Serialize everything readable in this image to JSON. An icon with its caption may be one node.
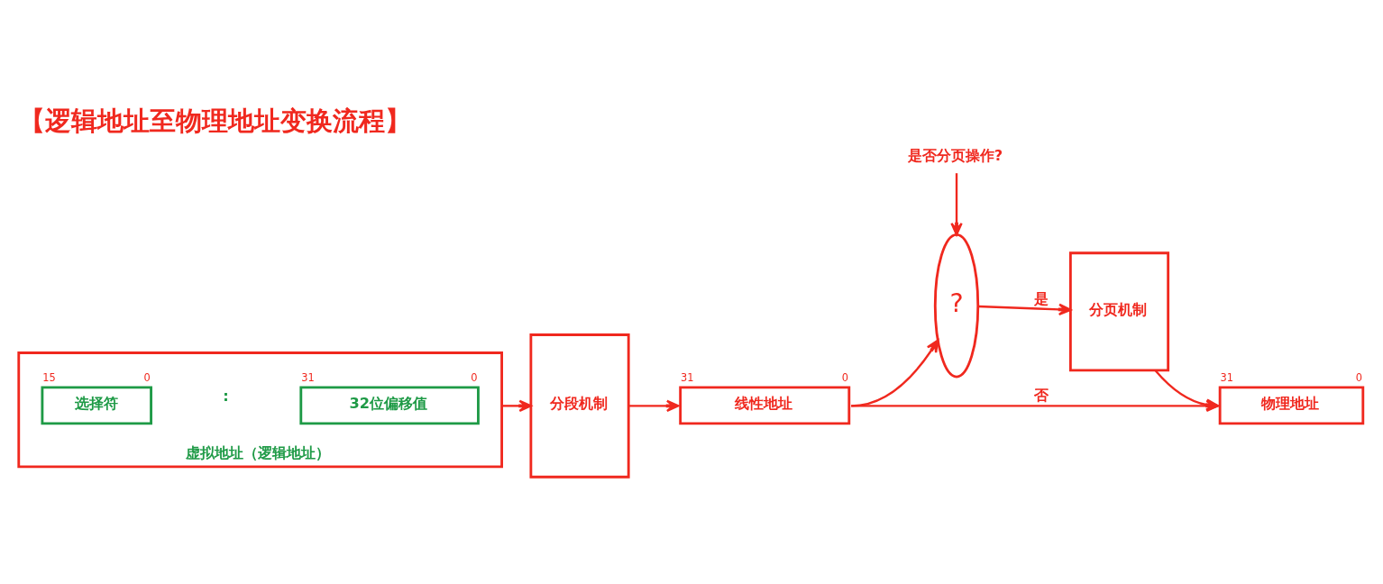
{
  "diagram": {
    "title": "【逻辑地址至物理地址变换流程】",
    "nodes": [
      {
        "text": [
          "虚拟地址（逻辑地址）"
        ]
      },
      {
        "text": [
          "选择符"
        ],
        "in": 0,
        "beside": [
          "15",
          "0"
        ]
      },
      {
        "text": [
          "32位偏移值"
        ],
        "in": 0,
        "beside": [
          "31",
          "0"
        ]
      },
      {
        "text": [
          "分段机制"
        ]
      },
      {
        "text": [
          "线性地址"
        ],
        "beside": [
          "31",
          "0"
        ]
      },
      {
        "text": [
          "?"
        ]
      },
      {
        "text": [
          "分页机制"
        ]
      },
      {
        "text": [
          "物理地址"
        ],
        "beside": [
          "31",
          "0"
        ]
      },
      {
        "text": [
          "是否分页操作?"
        ]
      }
    ],
    "edges": [
      {
        "from": 0,
        "to": 3,
        "arrow": "to"
      },
      {
        "from": 3,
        "to": 4,
        "arrow": "to"
      },
      {
        "from": 4,
        "to": 5,
        "arrow": "to"
      },
      {
        "from": 5,
        "to": 6,
        "arrow": "to",
        "label": "是"
      },
      {
        "from": 6,
        "to": 7,
        "arrow": "to"
      },
      {
        "from": 4,
        "to": 7,
        "arrow": "to",
        "label": "否"
      },
      {
        "from": 8,
        "to": 5,
        "arrow": "to"
      }
    ],
    "labels": [
      ":"
    ]
  }
}
